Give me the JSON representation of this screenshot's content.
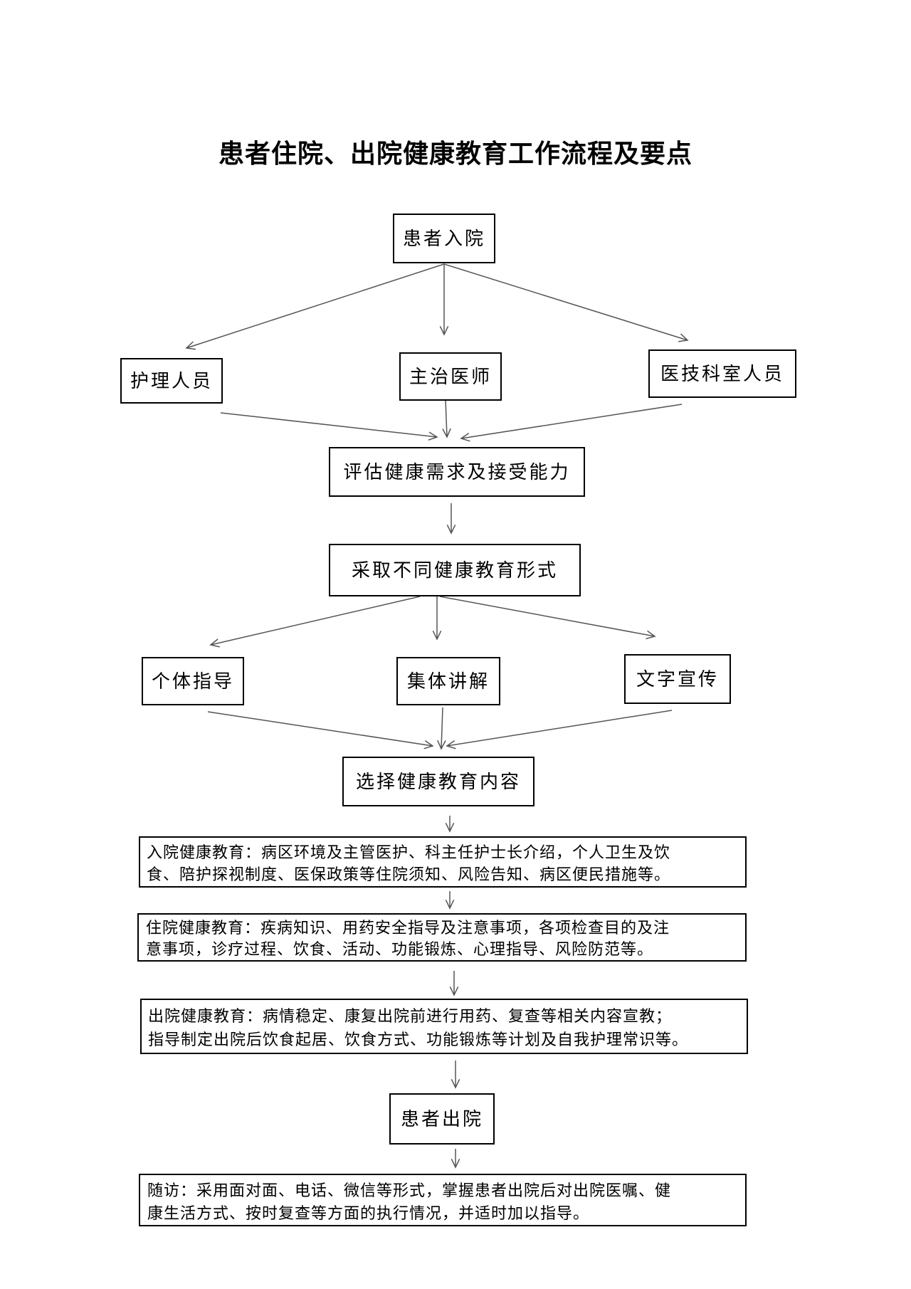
{
  "title": "患者住院、出院健康教育工作流程及要点",
  "nodes": {
    "admission": "患者入院",
    "nursing_staff": "护理人员",
    "attending_physician": "主治医师",
    "medtech_staff": "医技科室人员",
    "assess": "评估健康需求及接受能力",
    "forms": "采取不同健康教育形式",
    "individual": "个体指导",
    "group": "集体讲解",
    "written": "文字宣传",
    "select_content": "选择健康教育内容",
    "discharge": "患者出院"
  },
  "paragraphs": {
    "admission_education": [
      "入院健康教育：病区环境及主管医护、科主任护士长介绍，个人卫生及饮",
      "食、陪护探视制度、医保政策等住院须知、风险告知、病区便民措施等。"
    ],
    "inpatient_education": [
      "住院健康教育：疾病知识、用药安全指导及注意事项，各项检查目的及注",
      "意事项，诊疗过程、饮食、活动、功能锻炼、心理指导、风险防范等。"
    ],
    "discharge_education": [
      "出院健康教育：病情稳定、康复出院前进行用药、复查等相关内容宣教；",
      "指导制定出院后饮食起居、饮食方式、功能锻炼等计划及自我护理常识等。"
    ],
    "follow_up": [
      "随访：采用面对面、电话、微信等形式，掌握患者出院后对出院医嘱、健",
      "康生活方式、按时复查等方面的执行情况，并适时加以指导。"
    ]
  }
}
